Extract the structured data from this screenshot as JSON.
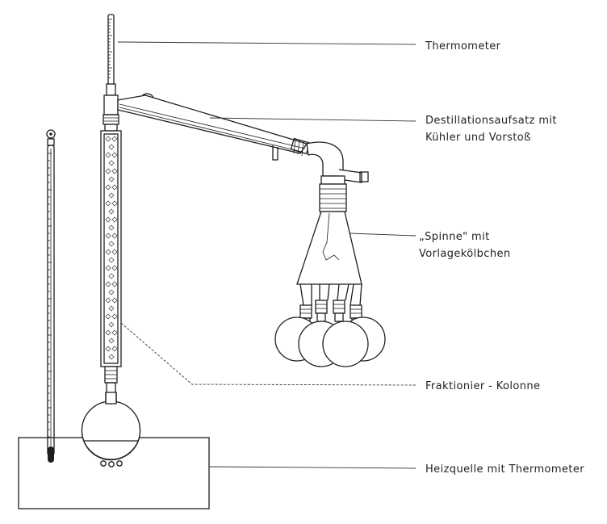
{
  "labels": {
    "thermometer": "Thermometer",
    "head_line1": "Destillationsaufsatz mit",
    "head_line2": "Kühler und Vorstoß",
    "spinne_line1": "„Spinne\" mit",
    "spinne_line2": "Vorlagekölbchen",
    "column": "Fraktionier - Kolonne",
    "heater": "Heizquelle mit Thermometer"
  }
}
